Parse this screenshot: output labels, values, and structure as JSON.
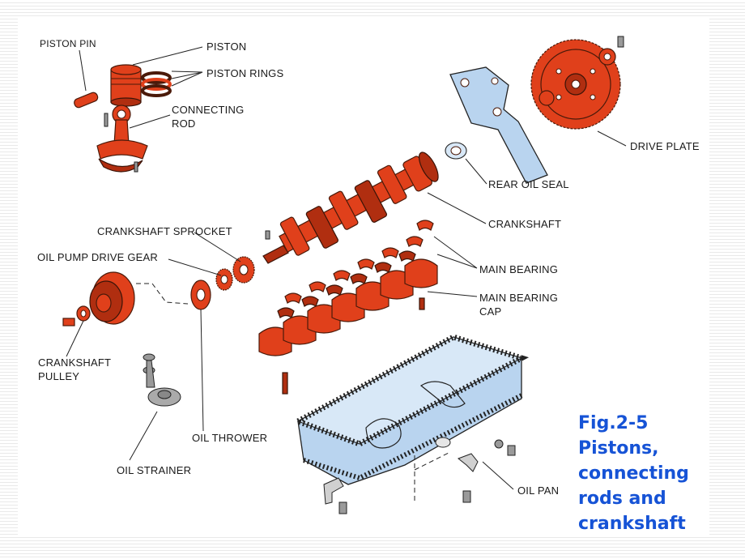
{
  "caption": {
    "line1": "Fig.2-5",
    "line2": "Pistons,",
    "line3": "connecting",
    "line4": "rods and",
    "line5": "crankshaft"
  },
  "labels": {
    "piston_pin": "PISTON PIN",
    "piston": "PISTON",
    "piston_rings": "PISTON RINGS",
    "connecting_rod_1": "CONNECTING",
    "connecting_rod_2": "ROD",
    "drive_plate": "DRIVE PLATE",
    "rear_oil_seal": "REAR OIL SEAL",
    "crankshaft": "CRANKSHAFT",
    "crankshaft_sprocket": "CRANKSHAFT SPROCKET",
    "oil_pump_drive_gear": "OIL PUMP DRIVE GEAR",
    "main_bearing": "MAIN BEARING",
    "main_bearing_cap_1": "MAIN BEARING",
    "main_bearing_cap_2": "CAP",
    "crankshaft_pulley_1": "CRANKSHAFT",
    "crankshaft_pulley_2": "PULLEY",
    "oil_thrower": "OIL THROWER",
    "oil_strainer": "OIL STRAINER",
    "oil_pan": "OIL PAN"
  },
  "colors": {
    "part_red": "#e0401b",
    "part_blue": "#b9d4ef",
    "caption_blue": "#1653d6"
  }
}
